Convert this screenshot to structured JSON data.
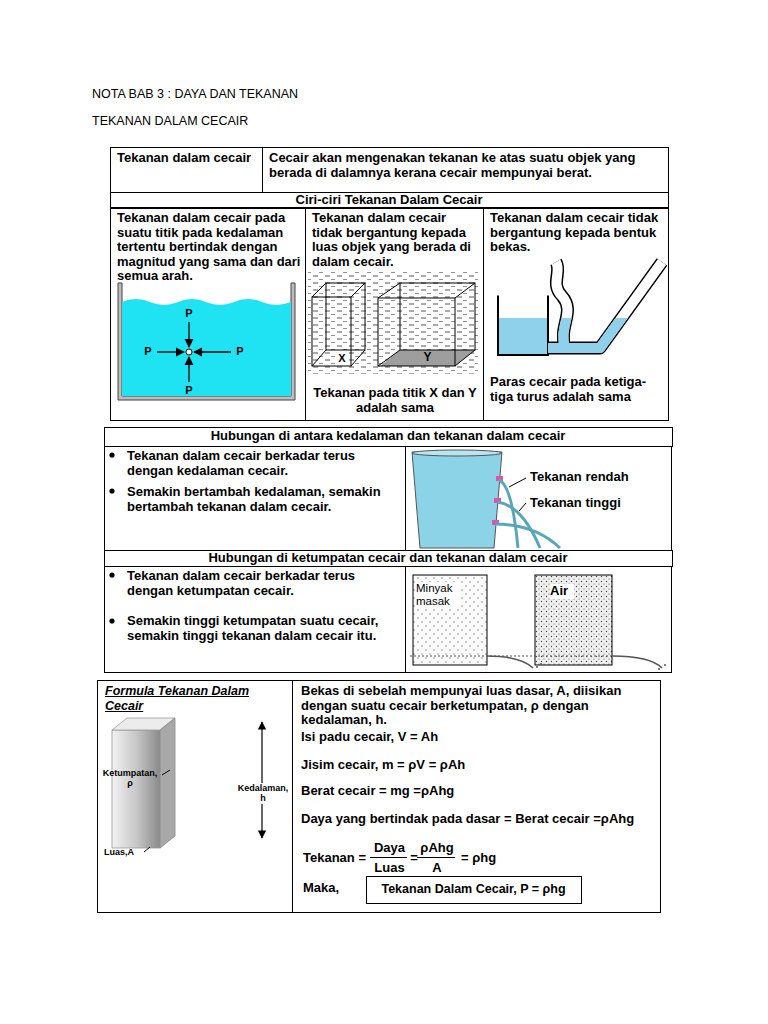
{
  "diagram": {
    "title": "NOTA BAB 3 : DAYA DAN TEKANAN",
    "nodes": [
      {
        "text": [
          "Tekanan dalam cecair"
        ]
      },
      {
        "text": [
          "Cecair akan mengenakan tekanan ke atas suatu objek yang berada di dalamnya kerana cecair mempunyai berat."
        ]
      },
      {
        "text": [
          "Ciri-ciri Tekanan Dalam Cecair"
        ]
      },
      {
        "text": [
          "Tekanan dalam cecair pada suatu titik pada kedalaman tertentu bertindak dengan magnitud yang sama dan dari semua arah."
        ]
      },
      {
        "text": [
          "Tekanan dalam cecair tidak bergantung kepada luas objek yang berada di dalam cecair.",
          "Tekanan pada titik X dan Y adalah sama"
        ]
      },
      {
        "text": [
          "Tekanan dalam cecair tidak bergantung kepada bentuk bekas.",
          "Paras cecair pada ketiga-tiga turus adalah sama"
        ]
      },
      {
        "text": [
          "Hubungan di antara kedalaman dan tekanan dalam cecair"
        ]
      },
      {
        "text": [
          "Tekanan dalam cecair berkadar terus dengan kedalaman cecair.",
          "Semakin bertambah kedalaman, semakin bertambah tekanan dalam cecair."
        ]
      },
      {
        "text": [
          "Hubungan di ketumpatan cecair dan tekanan dalam cecair"
        ]
      },
      {
        "text": [
          "Tekanan dalam cecair berkadar terus dengan ketumpatan cecair.",
          "Semakin tinggi ketumpatan suatu cecair, semakin tinggi tekanan dalam cecair itu."
        ]
      },
      {
        "text": [
          "Formula Tekanan Dalam Cecair"
        ]
      },
      {
        "text": [
          "Bekas di sebelah mempunyai luas dasar, A, diisikan dengan suatu cecair berketumpatan, ρ dengan kedalaman, h.",
          "Isi padu cecair, V = Ah",
          "Jisim cecair, m = ρV = ρAh",
          "Berat cecair = mg =ρAhg",
          "Daya yang bertindak pada dasar = Berat cecair =ρAhg",
          "Tekanan =",
          "Daya",
          "Luas",
          "=",
          "ρAhg",
          "A",
          "= ρhg",
          "Maka,"
        ]
      },
      {
        "text": [
          "Tekanan Dalam Cecair, P = ρhg"
        ],
        "in": 11
      }
    ],
    "labels": [
      "TEKANAN DALAM CECAIR",
      "P",
      "P",
      "P",
      "P",
      "X",
      "Y",
      "Tekanan rendah",
      "Tekanan tinggi",
      "Minyak masak",
      "Air",
      "Ketumpatan, ρ",
      "Kedalaman, h",
      "Luas,A"
    ]
  }
}
